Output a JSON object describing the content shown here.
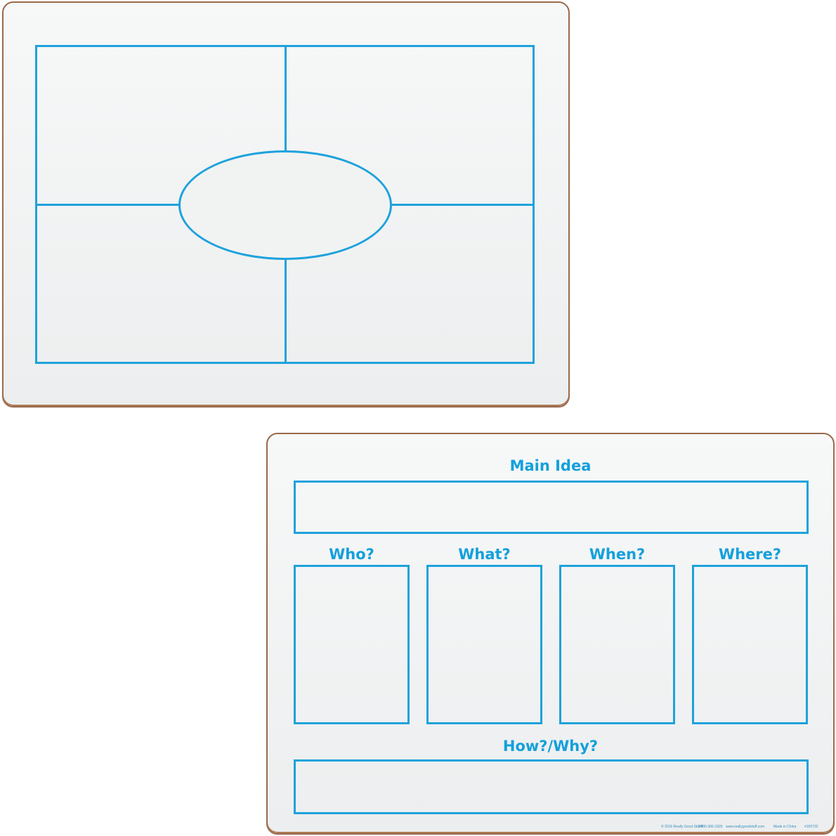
{
  "top_board": {
    "type": "four-square organizer",
    "line_color": "#1ea2dc",
    "frame_color": "#9a6a4a"
  },
  "bottom_board": {
    "title": "Main Idea",
    "columns": [
      "Who?",
      "What?",
      "When?",
      "Where?"
    ],
    "bottom_label": "How?/Why?",
    "footer": {
      "copyright": "© 2016 Really Good Stuff®",
      "phone": "1-800-366-1920",
      "website": "www.reallygoodstuff.com",
      "origin": "Made in China",
      "item": "#165732"
    },
    "text_color": "#14a0dc"
  }
}
